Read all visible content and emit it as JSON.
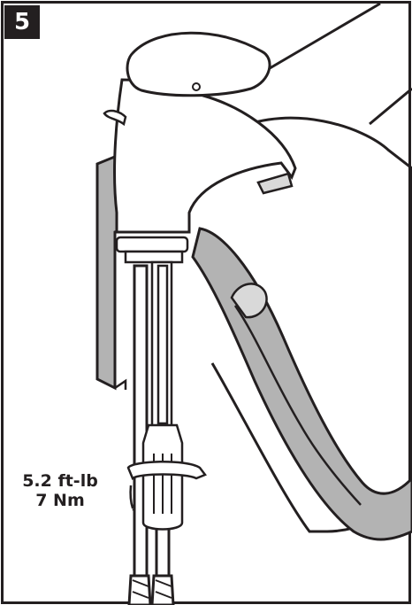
{
  "step": {
    "number": "5"
  },
  "torque": {
    "imperial": "5.2 ft-lb",
    "metric": "7 Nm"
  },
  "colors": {
    "ink": "#231f20",
    "gray": "#b3b3b3",
    "lightgray": "#d9d9d9",
    "white": "#ffffff"
  },
  "icons": [
    "faucet-icon",
    "sink-basin-icon",
    "screwdriver-icon",
    "rotation-arrow-icon",
    "water-hose-icon"
  ]
}
